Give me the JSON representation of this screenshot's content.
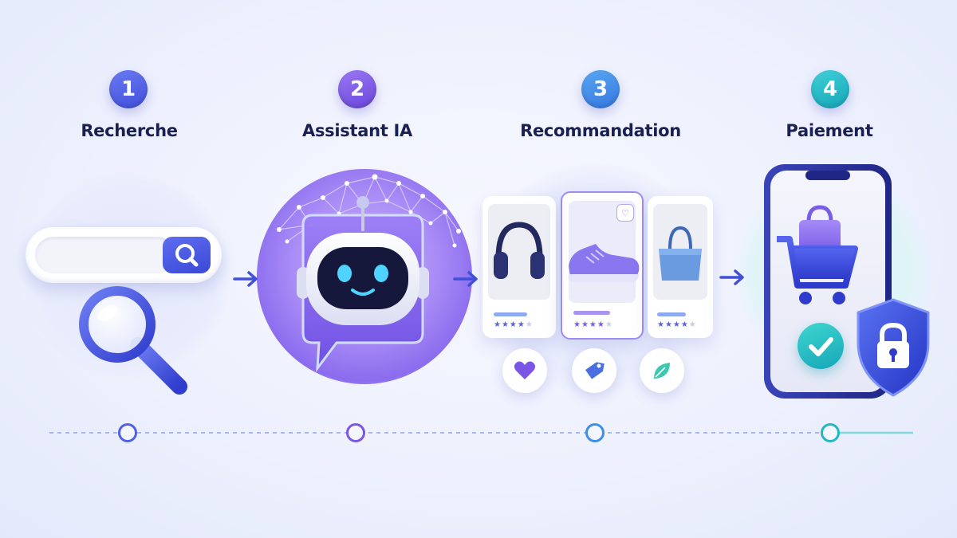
{
  "steps": [
    {
      "number": "1",
      "title": "Recherche",
      "color": "#4f60e6"
    },
    {
      "number": "2",
      "title": "Assistant IA",
      "color": "#7a55e6"
    },
    {
      "number": "3",
      "title": "Recommandation",
      "color": "#3d8ee8"
    },
    {
      "number": "4",
      "title": "Paiement",
      "color": "#1fb8c4"
    }
  ],
  "icons": {
    "search": "magnifier-icon",
    "robot": "robot-chat-icon",
    "products": [
      "headphones-icon",
      "sneaker-icon",
      "handbag-icon"
    ],
    "chips": [
      "heart-icon",
      "price-tag-icon",
      "leaf-icon"
    ],
    "payment": [
      "smartphone-icon",
      "shopping-cart-icon",
      "checkmark-icon",
      "shield-lock-icon"
    ]
  },
  "colors": {
    "primary": "#4f60e6",
    "violet": "#7a55e6",
    "blue": "#3d8ee8",
    "teal": "#1fb8c4",
    "title": "#1a2050"
  }
}
